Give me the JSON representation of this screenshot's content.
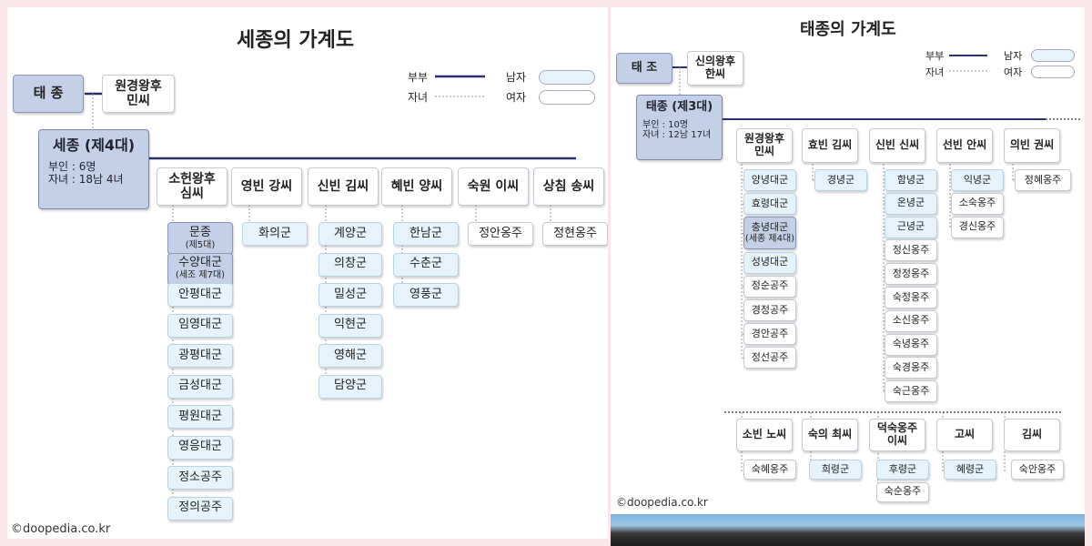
{
  "left": {
    "title": "세종의 가계도",
    "legend": {
      "spouse": "부부",
      "child": "자녀",
      "male": "남자",
      "female": "여자"
    },
    "taejong": "태 종",
    "wongyeong": [
      "원경왕후",
      "민씨"
    ],
    "sejong": {
      "name": "세종 (제4대)",
      "wives": "부인 : 6명",
      "children": "자녀 : 18남 4녀"
    },
    "wives": [
      "소헌왕후|심씨",
      "영빈 강씨",
      "신빈 김씨",
      "혜빈 양씨",
      "숙원 이씨",
      "상침 송씨"
    ],
    "soheon_children": [
      "문종|(제5대)",
      "수양대군|(세조 제7대)",
      "안평대군",
      "임영대군",
      "광평대군",
      "금성대군",
      "평원대군",
      "영응대군",
      "정소공주",
      "정의공주"
    ],
    "yeongbin_children": [
      "화의군"
    ],
    "sinbin_children": [
      "계양군",
      "의창군",
      "밀성군",
      "익현군",
      "영해군",
      "담양군"
    ],
    "hyebin_children": [
      "한남군",
      "수춘군",
      "영풍군"
    ],
    "sugwon_children": [
      "정안옹주"
    ],
    "sangchim_children": [
      "정현옹주"
    ],
    "credit": "©doopedia.co.kr"
  },
  "right": {
    "title": "태종의 가계도",
    "legend": {
      "spouse": "부부",
      "child": "자녀",
      "male": "남자",
      "female": "여자"
    },
    "taejo": "태 조",
    "sinui": [
      "신의왕후",
      "한씨"
    ],
    "taejong": {
      "name": "태종 (제3대)",
      "wives": "부인 : 10명",
      "children": "자녀 : 12남 17녀"
    },
    "wives_row1": [
      "원경왕후|민씨",
      "효빈 김씨",
      "신빈 신씨",
      "선빈 안씨",
      "의빈 권씨"
    ],
    "wongyeong_children": [
      "양녕대군",
      "효령대군",
      "충녕대군|(세종 제4대)",
      "성녕대군",
      "정순공주",
      "경정공주",
      "경안공주",
      "정선공주"
    ],
    "hyobin_children": [
      "경녕군"
    ],
    "sinbin_children": [
      "함녕군",
      "온녕군",
      "근녕군",
      "정신옹주",
      "정정옹주",
      "숙정옹주",
      "소신옹주",
      "숙녕옹주",
      "숙경옹주",
      "숙근옹주"
    ],
    "seonbin_children": [
      "익녕군",
      "소숙옹주",
      "경신옹주"
    ],
    "uibin_children": [
      "정혜옹주"
    ],
    "wives_row2": [
      "소빈 노씨",
      "숙의 최씨",
      "덕숙옹주|이씨",
      "고씨",
      "김씨"
    ],
    "row2_children": [
      [
        "숙혜옹주"
      ],
      [
        "희령군"
      ],
      [
        "후령군",
        "숙순옹주"
      ],
      [
        "혜령군"
      ],
      [
        "숙안옹주"
      ]
    ],
    "credit": "©doopedia.co.kr"
  },
  "colors": {
    "spouse_line": "#2b2f6e",
    "male_fill": "#e6f3fa",
    "king_fill": "#c4d0e7",
    "background": "#fbe6e9"
  }
}
